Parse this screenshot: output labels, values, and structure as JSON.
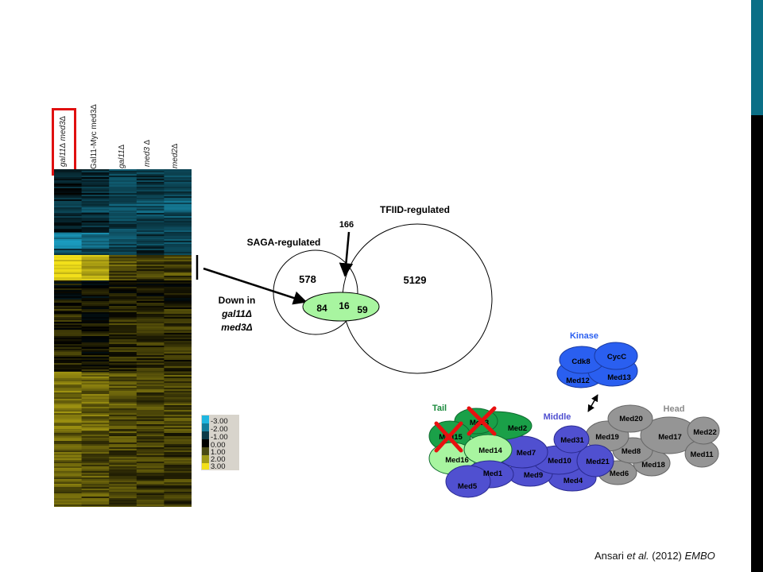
{
  "heatmap": {
    "columns": [
      {
        "text": "gal11∆ med3∆",
        "highlighted": true
      },
      {
        "text": "Gal11-Myc med3∆",
        "highlighted": false
      },
      {
        "text": "gal11∆",
        "highlighted": false
      },
      {
        "text": "med3 ∆",
        "highlighted": false
      },
      {
        "text": "med2∆",
        "highlighted": false
      }
    ],
    "legend": [
      "-3.00",
      "-2.00",
      "-1.00",
      "0.00",
      "1.00",
      "2.00",
      "3.00"
    ],
    "colors": {
      "negative": "#1fb6e0",
      "zero": "#000000",
      "positive": "#f2e01a"
    }
  },
  "venn": {
    "saga_title": "SAGA-regulated",
    "tfiid_title": "TFIID-regulated",
    "saga_only": "578",
    "tfiid_only": "5129",
    "callout_count": "166",
    "down_label_line1": "Down in",
    "down_label_line2": "gal11Δ",
    "down_label_line3": "med3Δ",
    "down_saga": "84",
    "down_both": "16",
    "down_tfiid": "59",
    "down_fill": "#a8f5a0"
  },
  "mediator": {
    "module_labels": {
      "kinase": "Kinase",
      "tail": "Tail",
      "middle": "Middle",
      "head": "Head"
    },
    "module_colors": {
      "kinase": "#2a5ff0",
      "tail": "#1aa048",
      "tail_light": "#a8f5a0",
      "middle": "#5050d0",
      "head": "#959595"
    },
    "subunits": {
      "cdk8": "Cdk8",
      "cycc": "CycC",
      "med12": "Med12",
      "med13": "Med13",
      "med2": "Med2",
      "med3": "Med3",
      "med15": "Med15",
      "med16": "Med16",
      "med14": "Med14",
      "med5": "Med5",
      "med1": "Med1",
      "med9": "Med9",
      "med7": "Med7",
      "med10": "Med10",
      "med4": "Med4",
      "med21": "Med21",
      "med31": "Med31",
      "med20": "Med20",
      "med19": "Med19",
      "med17": "Med17",
      "med22": "Med22",
      "med8": "Med8",
      "med18": "Med18",
      "med6": "Med6",
      "med11": "Med11"
    },
    "deleted": [
      "Med3",
      "Med15"
    ]
  },
  "citation": {
    "authors": "Ansari",
    "etal": "et al.",
    "year": "(2012)",
    "journal": "EMBO"
  }
}
